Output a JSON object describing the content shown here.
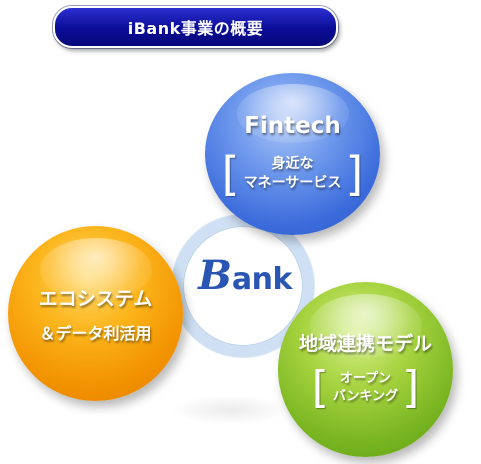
{
  "banner": {
    "title": "iBank事業の概要"
  },
  "logo": {
    "initial": "B",
    "rest": "ank"
  },
  "bubbles": {
    "fintech": {
      "title": "Fintech",
      "lines": [
        "身近な",
        "マネーサービス"
      ],
      "color": "#3c6cdc"
    },
    "ecosystem": {
      "title": "エコシステム",
      "subtitle": "＆データ利活用",
      "color": "#f29200"
    },
    "regional": {
      "title": "地域連携モデル",
      "lines": [
        "オープン",
        "バンキング"
      ],
      "color": "#78b521"
    }
  },
  "brackets": {
    "open": "[",
    "close": "]"
  },
  "colors": {
    "banner": "#0a0c96",
    "ring": "#cfe0f4",
    "logo": "#2a55b3"
  }
}
